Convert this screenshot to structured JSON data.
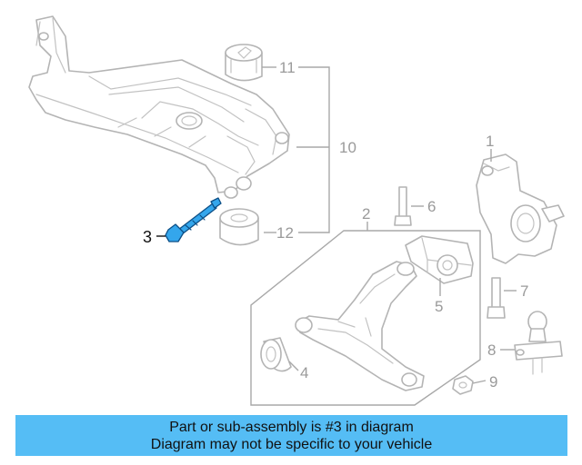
{
  "callouts": {
    "c1": "1",
    "c2": "2",
    "c3": "3",
    "c4": "4",
    "c5": "5",
    "c6": "6",
    "c7": "7",
    "c8": "8",
    "c9": "9",
    "c10": "10",
    "c11": "11",
    "c12": "12"
  },
  "highlighted_part": "3",
  "colors": {
    "highlight_fill": "#34a6ec",
    "banner_background": "#55bdf5",
    "line_art": "#b4b4b4"
  },
  "banner": {
    "line1": "Part or sub-assembly is #3 in diagram",
    "line2": "Diagram may not be specific to your vehicle"
  }
}
